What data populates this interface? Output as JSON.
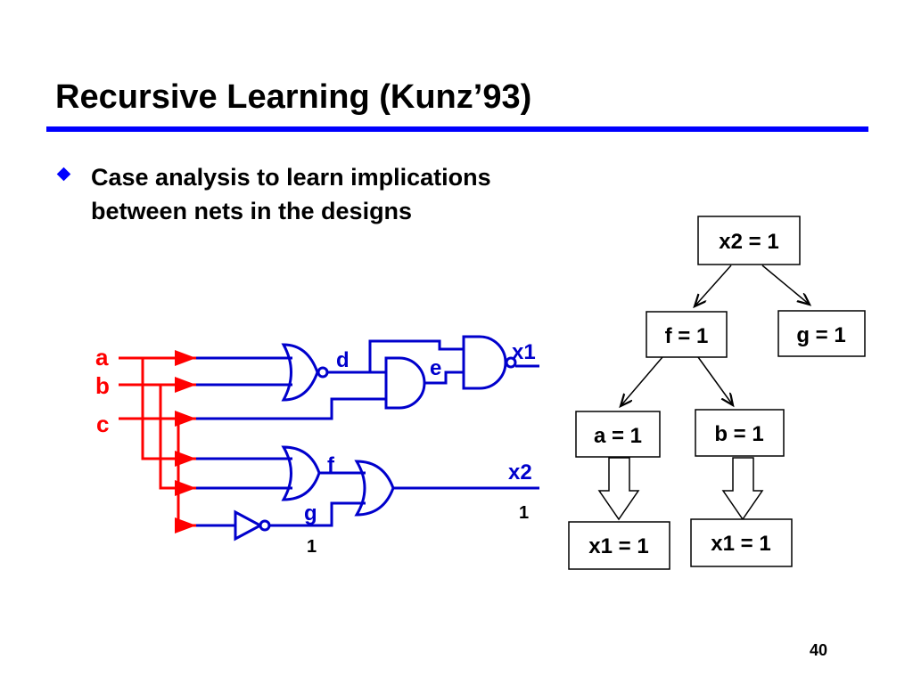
{
  "title": "Recursive Learning (Kunz’93)",
  "bullet": {
    "line1": "Case analysis to learn implications",
    "line2": "between nets in the designs"
  },
  "circuit": {
    "inputs": {
      "a": "a",
      "b": "b",
      "c": "c"
    },
    "nets": {
      "d": "d",
      "e": "e",
      "f": "f",
      "g": "g",
      "x1": "x1",
      "x2": "x2"
    },
    "values": {
      "x2_value": "1",
      "g_value": "1"
    }
  },
  "tree": {
    "root": "x2 = 1",
    "f_node": "f = 1",
    "g_node": "g = 1",
    "a_node": "a = 1",
    "b_node": "b = 1",
    "a_result": "x1 = 1",
    "b_result": "x1 = 1"
  },
  "colors": {
    "accent": "#0000ff",
    "input_wires": "#ff0000",
    "circuit": "#0000cc"
  },
  "page_number": "40"
}
